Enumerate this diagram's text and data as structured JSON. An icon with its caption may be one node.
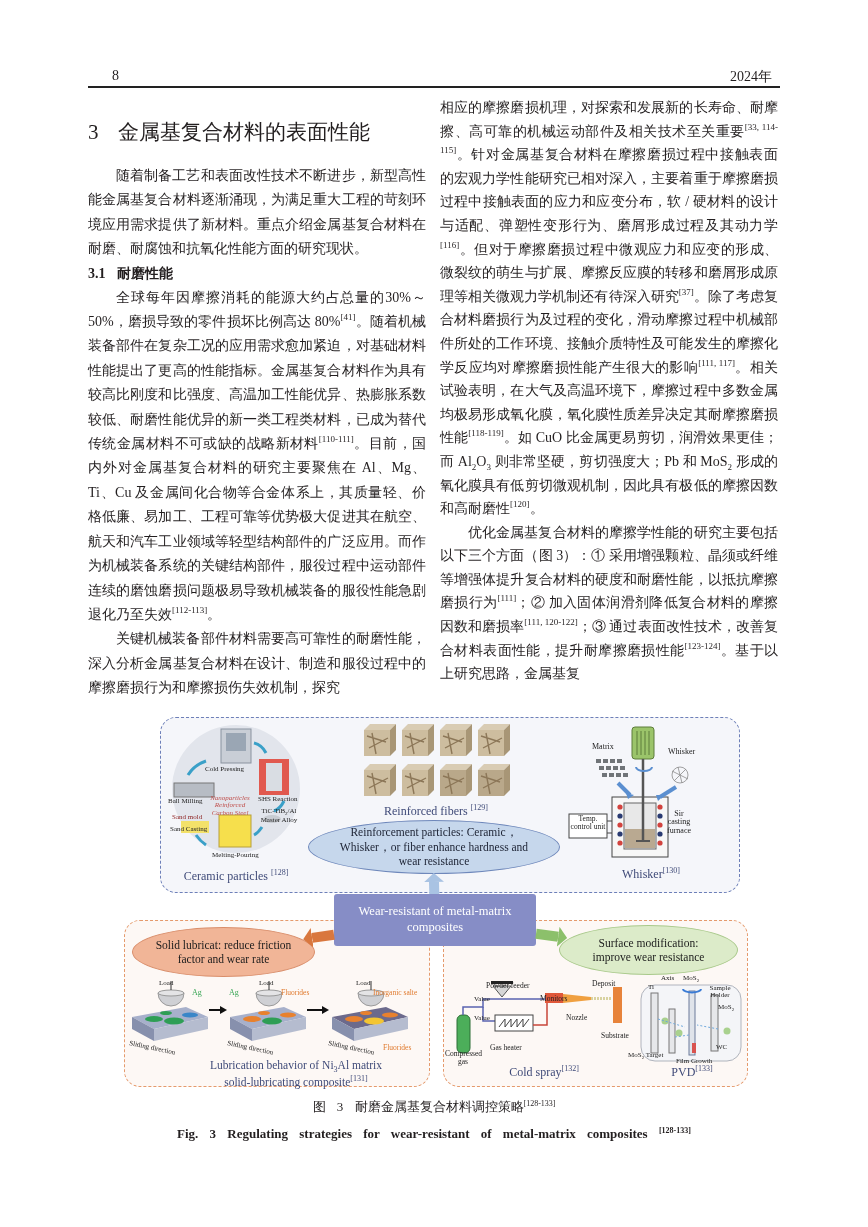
{
  "diagram": {
    "title": "3 金属基复合材料的表面性能",
    "caption": "图 3 耐磨金属基复合材料调控策略$^{[128-133]}$",
    "nodes": [
      {
        "text": [],
        "shape": "box"
      },
      {
        "text": [
          "Ceramic particles $^{[128]}$"
        ],
        "in": 0
      },
      {
        "text": [
          "Reinforced fibers $^{[129]}$"
        ],
        "in": 0
      },
      {
        "text": [
          "Whisker$^{[130]}$"
        ],
        "in": 0
      },
      {
        "text": [
          "Reinforcement particles: Ceramic，Whisker，or fiber enhance hardness and wear resistance"
        ],
        "in": 0
      },
      {
        "text": [
          "Wear-resistant of metal-matrix composites"
        ]
      },
      {
        "text": [],
        "shape": "box"
      },
      {
        "text": [
          "Solid lubricat: reduce friction factor and wear rate"
        ],
        "in": 6
      },
      {
        "text": [],
        "shape": "picture",
        "in": 6
      },
      {
        "text": [],
        "shape": "picture",
        "in": 6
      },
      {
        "text": [],
        "shape": "picture",
        "in": 6
      },
      {
        "text": [],
        "shape": "box"
      },
      {
        "text": [
          "Surface modification: improve wear resistance"
        ],
        "in": 11
      },
      {
        "text": [
          "Cold spray$^{[132]}$"
        ],
        "in": 11
      },
      {
        "text": [
          "PVD$^{[133]}$"
        ],
        "in": 11
      }
    ],
    "edges": [
      {
        "from": 5,
        "to": 4,
        "arrow": "to",
        "color": "#a9c3e3"
      },
      {
        "from": 5,
        "to": 7,
        "arrow": "to",
        "color": "#d9773e"
      },
      {
        "from": 5,
        "to": 12,
        "arrow": "to",
        "color": "#8cc06b"
      },
      {
        "from": 8,
        "to": 9,
        "arrow": "to"
      },
      {
        "from": 9,
        "to": 10,
        "arrow": "to"
      }
    ],
    "labels": [
      "8",
      "2024年",
      "随着制备工艺和表面改性技术不断进步，新型高性能金属基复合材料逐渐涌现，为满足重大工程的苛刻环境应用需求提供了新材料。重点介绍金属基复合材料在耐磨、耐腐蚀和抗氧化性能方面的研究现状。",
      "3.1 耐磨性能",
      "全球每年因摩擦消耗的能源大约占总量的30%～50%，磨损导致的零件损坏比例高达 80%$^{[41]}$。随着机械装备部件在复杂工况的应用需求愈加紧迫，对基础材料性能提出了更高的性能指标。金属基复合材料作为具有较高比刚度和比强度、高温加工性能优异、热膨胀系数较低、耐磨性能优异的新一类工程类材料，已成为替代传统金属材料不可或缺的战略新材料$^{[110-111]}$。目前，国内外对金属基复合材料的研究主要聚焦在 Al、Mg、Ti、Cu 及金属间化合物等合金体系上，其质量轻、价格低廉、易加工、工程可靠等优势极大促进其在航空、航天和汽车工业领域等轻型结构部件的广泛应用。而作为机械装备系统的关键结构部件，服役过程中运动部件连续的磨蚀磨损问题极易导致机械装备的服役性能急剧退化乃至失效$^{[112-113]}$。",
      "关键机械装备部件材料需要高可靠性的耐磨性能，深入分析金属基复合材料在设计、制造和服役过程中的摩擦磨损行为和摩擦损伤失效机制，探究",
      "相应的摩擦磨损机理，对探索和发展新的长寿命、耐摩擦、高可靠的机械运动部件及相关技术至关重要$^{[33, 114-115]}$。针对金属基复合材料在摩擦磨损过程中接触表面的宏观力学性能研究已相对深入，主要着重于摩擦磨损过程中接触表面的应力和应变分布，软 / 硬材料的设计与适配、弹塑性变形行为、磨屑形成过程及其动力学$^{[116]}$。但对于摩擦磨损过程中微观应力和应变的形成、微裂纹的萌生与扩展、摩擦反应膜的转移和磨屑形成原理等相关微观力学机制还有待深入研究$^{[37]}$。除了考虑复合材料磨损行为及过程的变化，滑动摩擦过程中机械部件所处的工作环境、接触介质特性及可能发生的摩擦化学反应均对摩擦磨损性能产生很大的影响$^{[111, 117]}$。相关试验表明，在大气及高温环境下，摩擦过程中多数金属均极易形成氧化膜，氧化膜性质差异决定其耐摩擦磨损性能$^{[118-119]}$。如 CuO 比金属更易剪切，润滑效果更佳；而 Al$_{2}$O$_{3}$ 则非常坚硬，剪切强度大；Pb 和 MoS$_{2}$ 形成的氧化膜具有低剪切微观机制，因此具有极低的摩擦因数和高耐磨性$^{[120]}$。",
      "优化金属基复合材料的摩擦学性能的研究主要包括以下三个方面（图 3）：① 采用增强颗粒、晶须或纤维等增强体提升复合材料的硬度和耐磨性能，以抵抗摩擦磨损行为$^{[111]}$；② 加入固体润滑剂降低复合材料的摩擦因数和磨损率$^{[111, 120-122]}$；③ 通过表面改性技术，改善复合材料表面性能，提升耐摩擦磨损性能$^{[123-124]}$。基于以上研究思路，金属基复",
      "Cold Pressing",
      "SHS Reaction",
      "Ball Milling",
      "Nanoparticles Reinforced Carbon Steel",
      "TiC-TiB$_{2}$/Al Master Alloy",
      "Sand mold",
      "Sand Casting",
      "Melting-Pouring",
      "Matrix",
      "Whisker",
      "Temp. control unit",
      "Sir casting furnace",
      "Load",
      "Ag",
      "Sliding direction",
      "Load",
      "Ag",
      "Fluorides",
      "Sliding direction",
      "Load",
      "Inorganic salte",
      "Fluorides",
      "Sliding direction",
      "Lubrication behavior of Ni$_{3}$Al matrix solid-lubricating composite$^{[131]}$",
      "Powder feeder",
      "Value",
      "Value",
      "Monitors",
      "Deposit",
      "Nozzle",
      "Substrate",
      "Compressed gas",
      "Gas heater",
      "Ti",
      "Axis",
      "MoS$_{2}$",
      "Sample Holder",
      "MoS$_{2}$",
      "MoS$_{2}$ Target",
      "Film Growth",
      "WC",
      "Fig. 3 Regulating strategies for wear-resistant of metal-matrix composites $^{[128-133]}$"
    ]
  }
}
